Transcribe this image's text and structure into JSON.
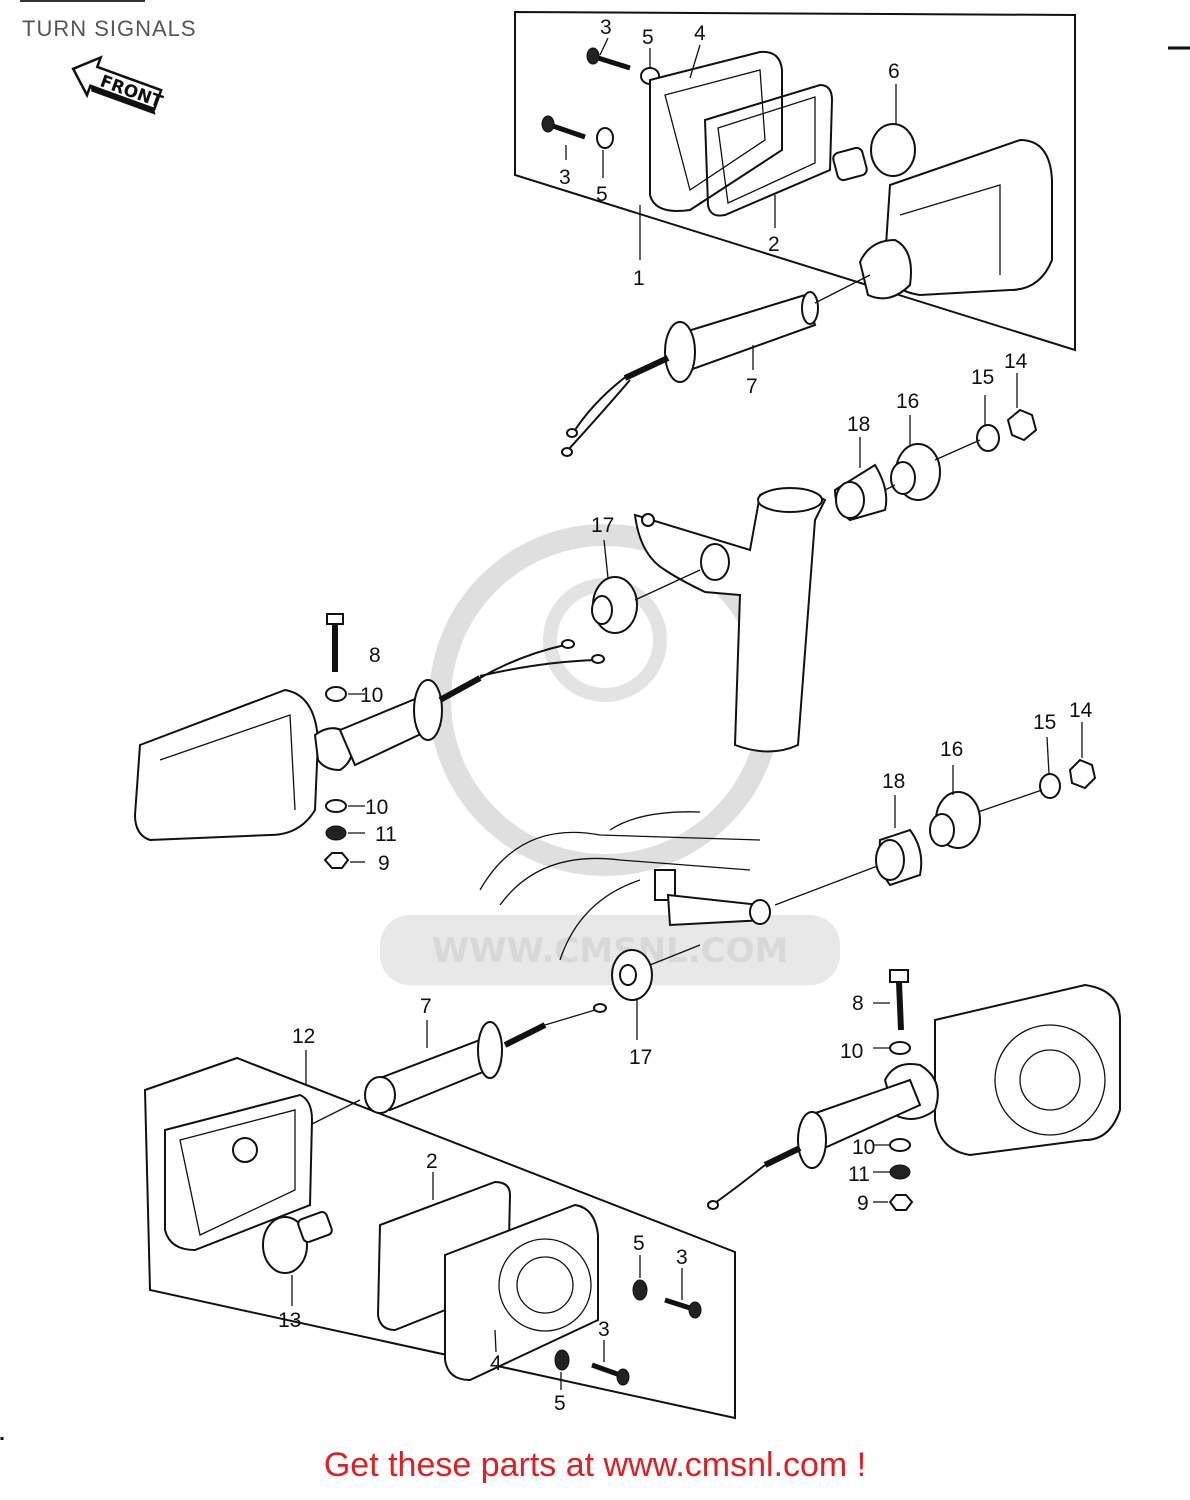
{
  "header": {
    "title": "TURN SIGNALS",
    "front_label": "FRONT"
  },
  "watermark": {
    "url": "WWW.CMSNL.COM"
  },
  "callouts": [
    {
      "num": "3"
    },
    {
      "num": "5"
    },
    {
      "num": "4"
    },
    {
      "num": "6"
    },
    {
      "num": "3"
    },
    {
      "num": "5"
    },
    {
      "num": "2"
    },
    {
      "num": "1"
    },
    {
      "num": "7"
    },
    {
      "num": "18"
    },
    {
      "num": "16"
    },
    {
      "num": "15"
    },
    {
      "num": "14"
    },
    {
      "num": "17"
    },
    {
      "num": "8"
    },
    {
      "num": "10"
    },
    {
      "num": "10"
    },
    {
      "num": "11"
    },
    {
      "num": "9"
    },
    {
      "num": "18"
    },
    {
      "num": "16"
    },
    {
      "num": "15"
    },
    {
      "num": "14"
    },
    {
      "num": "7"
    },
    {
      "num": "17"
    },
    {
      "num": "12"
    },
    {
      "num": "8"
    },
    {
      "num": "10"
    },
    {
      "num": "10"
    },
    {
      "num": "11"
    },
    {
      "num": "9"
    },
    {
      "num": "2"
    },
    {
      "num": "5"
    },
    {
      "num": "3"
    },
    {
      "num": "3"
    },
    {
      "num": "13"
    },
    {
      "num": "4"
    },
    {
      "num": "5"
    }
  ],
  "footer": {
    "text": "Get these parts at www.cmsnl.com !"
  }
}
